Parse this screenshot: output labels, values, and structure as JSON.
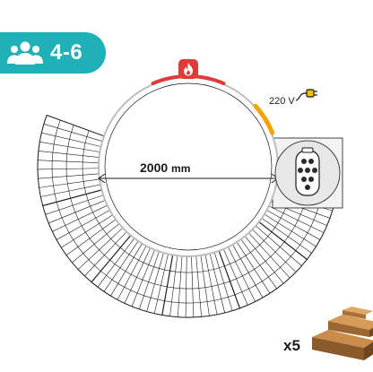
{
  "capacity": {
    "label": "4-6",
    "icon": "people-icon"
  },
  "heater": {
    "type": "wood-fired",
    "icon": "flame-icon",
    "accent": "#e03a3a"
  },
  "diameter": {
    "value": "2000",
    "unit": "mm"
  },
  "power": {
    "voltage": "220 V",
    "icon": "plug-icon",
    "accent": "#f0a500"
  },
  "filter": {
    "icon": "filter-cartridge-icon"
  },
  "steps": {
    "quantity": "x5",
    "icon": "wooden-steps-icon"
  },
  "colors": {
    "badge": "#1fb0b8",
    "line": "#1a1a1a"
  }
}
